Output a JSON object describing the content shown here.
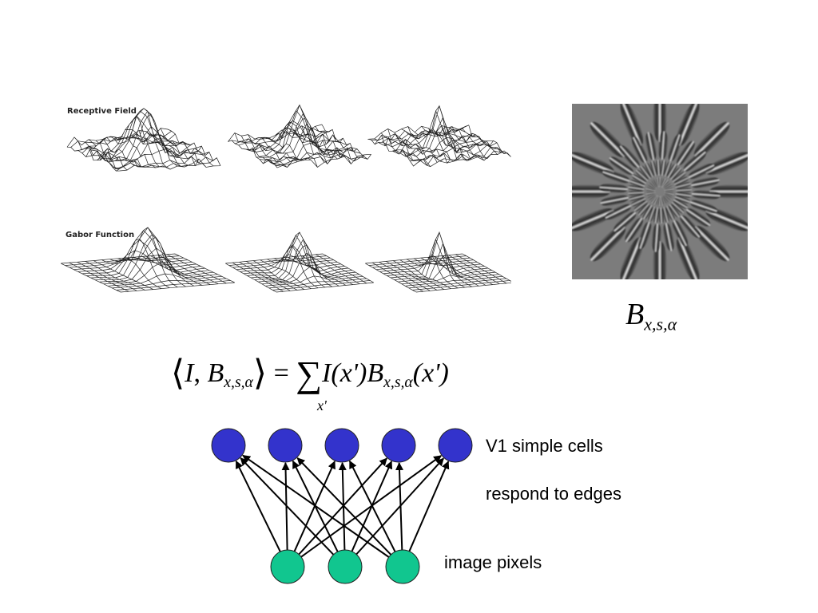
{
  "figure": {
    "receptive_field_label": "Receptive Field",
    "gabor_function_label": "Gabor Function",
    "basis_symbol": "B",
    "basis_subscript": "x,s,α",
    "equation": {
      "lhs_open": "⟨",
      "lhs_I": "I",
      "lhs_comma": ", ",
      "lhs_B": "B",
      "lhs_sub": "x,s,α",
      "lhs_close": "⟩",
      "equals": "=",
      "sum": "∑",
      "sum_index": "x'",
      "rhs_I": "I",
      "rhs_arg1": "(x')",
      "rhs_B": "B",
      "rhs_sub": "x,s,α",
      "rhs_arg2": "(x')"
    }
  },
  "network": {
    "top_layer_label": "V1 simple cells",
    "top_layer_sublabel": "respond to edges",
    "bottom_layer_label": "image pixels",
    "top_node_count": 5,
    "bottom_node_count": 3,
    "top_node_color": "#3333cc",
    "bottom_node_color": "#11c68f"
  },
  "colors": {
    "filter_background": "#7c7c7c",
    "mesh_stroke": "#222222",
    "arrow": "#000000"
  }
}
